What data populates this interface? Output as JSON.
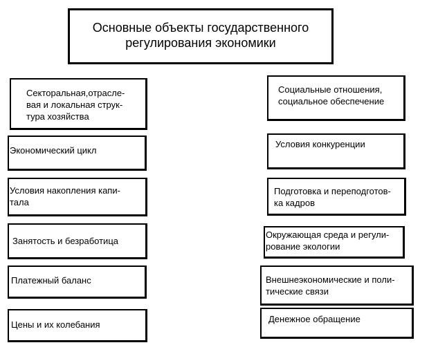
{
  "title": "Основные объекты государственного\nрегулирования   экономики",
  "left_column": [
    "Секторальная,отрасле-\nвая и локальная струк-\nтура хозяйства",
    "Экономический цикл",
    "Условия накопления капи-\nтала",
    "Занятость и безработица",
    "Платежный баланс",
    "Цены и их колебания"
  ],
  "right_column": [
    "Социальные отношения,\nсоциальное обеспечение",
    "Условия конкуренции",
    "Подготовка и переподготов-\nка кадров",
    "Окружающая среда и регули-\nрование экологии",
    "Внешнеэкономические и поли-\nтические связи",
    "Денежное обращение"
  ]
}
